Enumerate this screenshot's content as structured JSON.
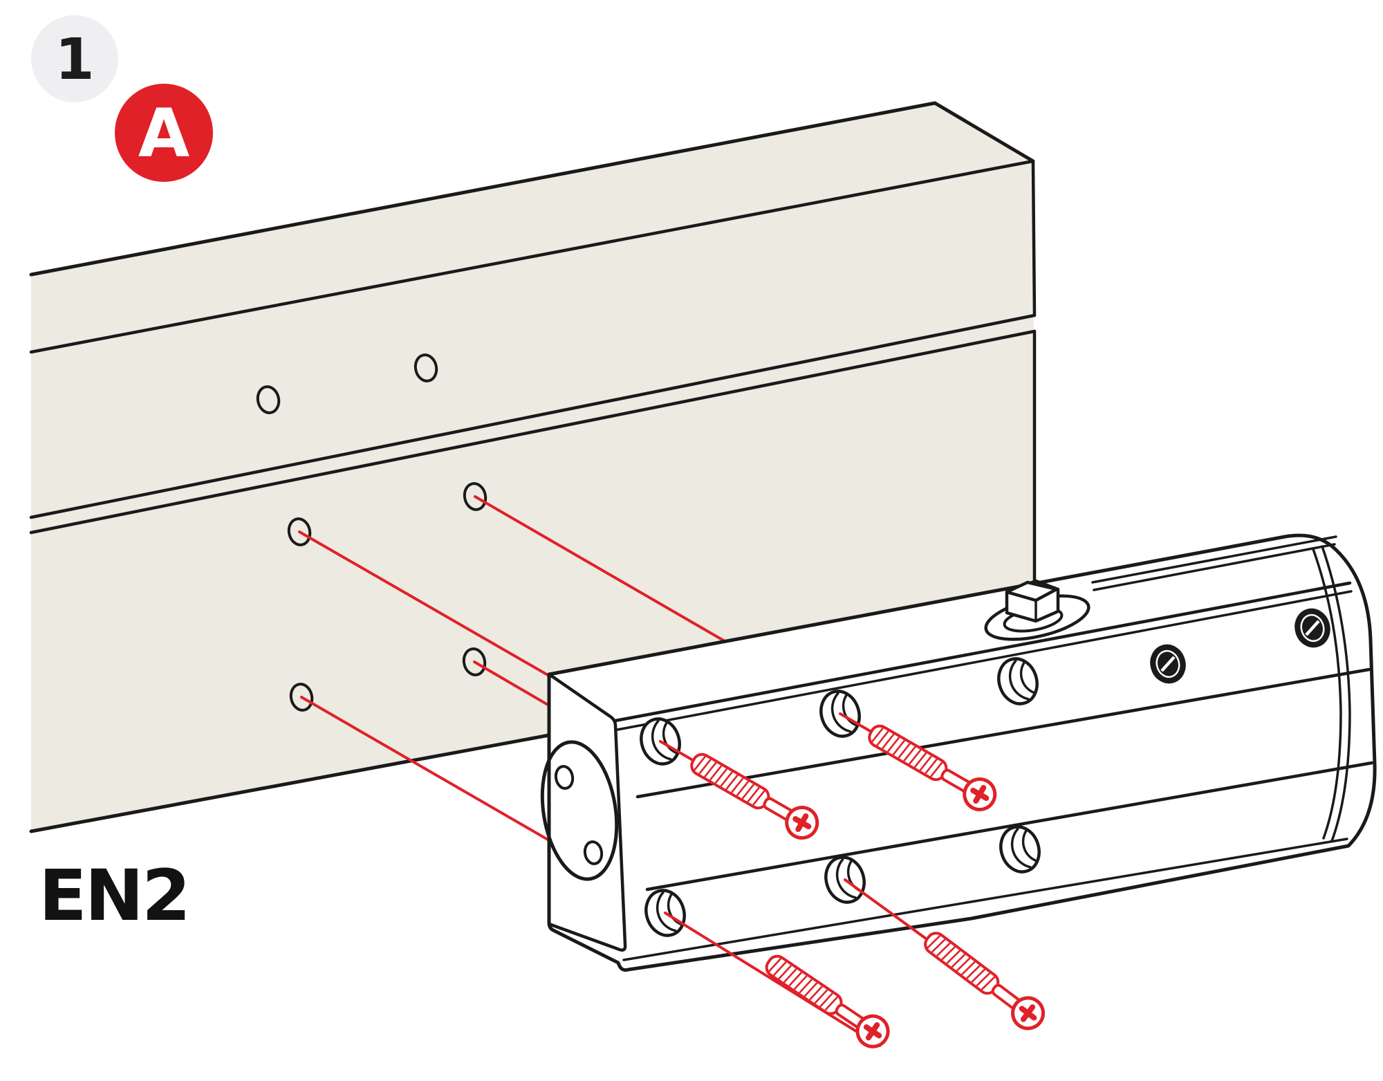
{
  "figure": {
    "step_badge": "1",
    "variant_label": "A",
    "rating_label": "EN2"
  },
  "colors": {
    "accent_red": "#E02128",
    "panel_beige": "#ECEAE1",
    "line_black": "#1A1A1A",
    "badge_gray": "#EFEFF1",
    "white": "#FFFFFF"
  },
  "illustration": {
    "description_parts": [
      "door-frame-header-panel",
      "door-leaf-panel",
      "door-closer-body",
      "pinion-hex-nut",
      "adjustment-valve-screws",
      "phillips-mounting-screws"
    ],
    "frame_pilot_hole_count": 2,
    "door_pilot_hole_count": 4,
    "closer_mounting_hole_count": 6,
    "mounting_screw_count": 4,
    "valve_screw_count": 2
  }
}
